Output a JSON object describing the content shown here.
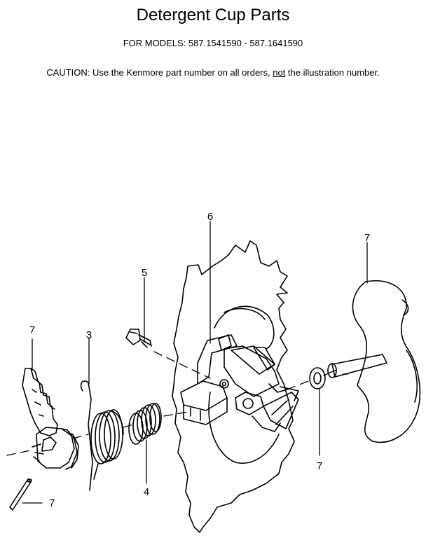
{
  "header": {
    "title": "Detergent Cup Parts",
    "models": "FOR MODELS:  587.1541590  -  587.1641590",
    "caution_prefix": "CAUTION:  Use the Kenmore part number on all orders, ",
    "caution_not": "not",
    "caution_suffix": " the illustration number."
  },
  "callouts": {
    "cup_label": "6",
    "screw_label": "5",
    "spring_label": "3",
    "coil_label": "4",
    "cam_label": "7",
    "pin_label": "7",
    "washer_label": "7",
    "shaft_label": "7"
  }
}
